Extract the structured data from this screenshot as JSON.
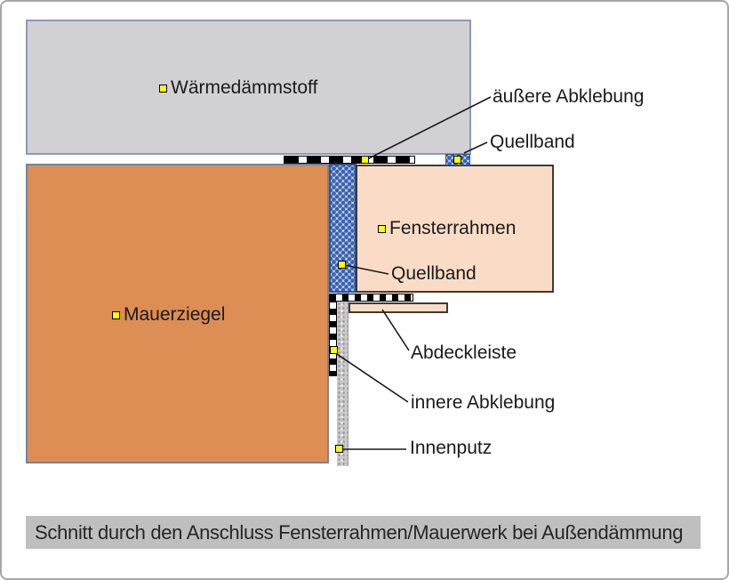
{
  "diagram": {
    "labels": {
      "waermedaemmstoff": "Wärmedämmstoff",
      "aeussere_abklebung": "äußere Abklebung",
      "quellband_top": "Quellband",
      "fensterrahmen": "Fensterrahmen",
      "quellband_mid": "Quellband",
      "mauerziegel": "Mauerziegel",
      "abdeckleiste": "Abdeckleiste",
      "innere_abklebung": "innere Abklebung",
      "innenputz": "Innenputz"
    },
    "caption": "Schnitt durch den Anschluss Fensterrahmen/Mauerwerk bei Außendämmung"
  },
  "colors": {
    "insulation_fill": "#d1d1d5",
    "insulation_border": "#8a9ab3",
    "brick_fill": "#dd8e55",
    "brick_border": "#76849b",
    "frame_fill": "#fadcc6",
    "frame_border": "#403a34",
    "quellband_bg": "#cbd9ef",
    "quellband_dot": "#3b62ae",
    "quellband_border": "#2e5496",
    "plaster_fill": "#c9c9c9",
    "caption_bg": "#bfbfbf",
    "marker_fill": "#ffff00",
    "tape_black": "#000000"
  }
}
